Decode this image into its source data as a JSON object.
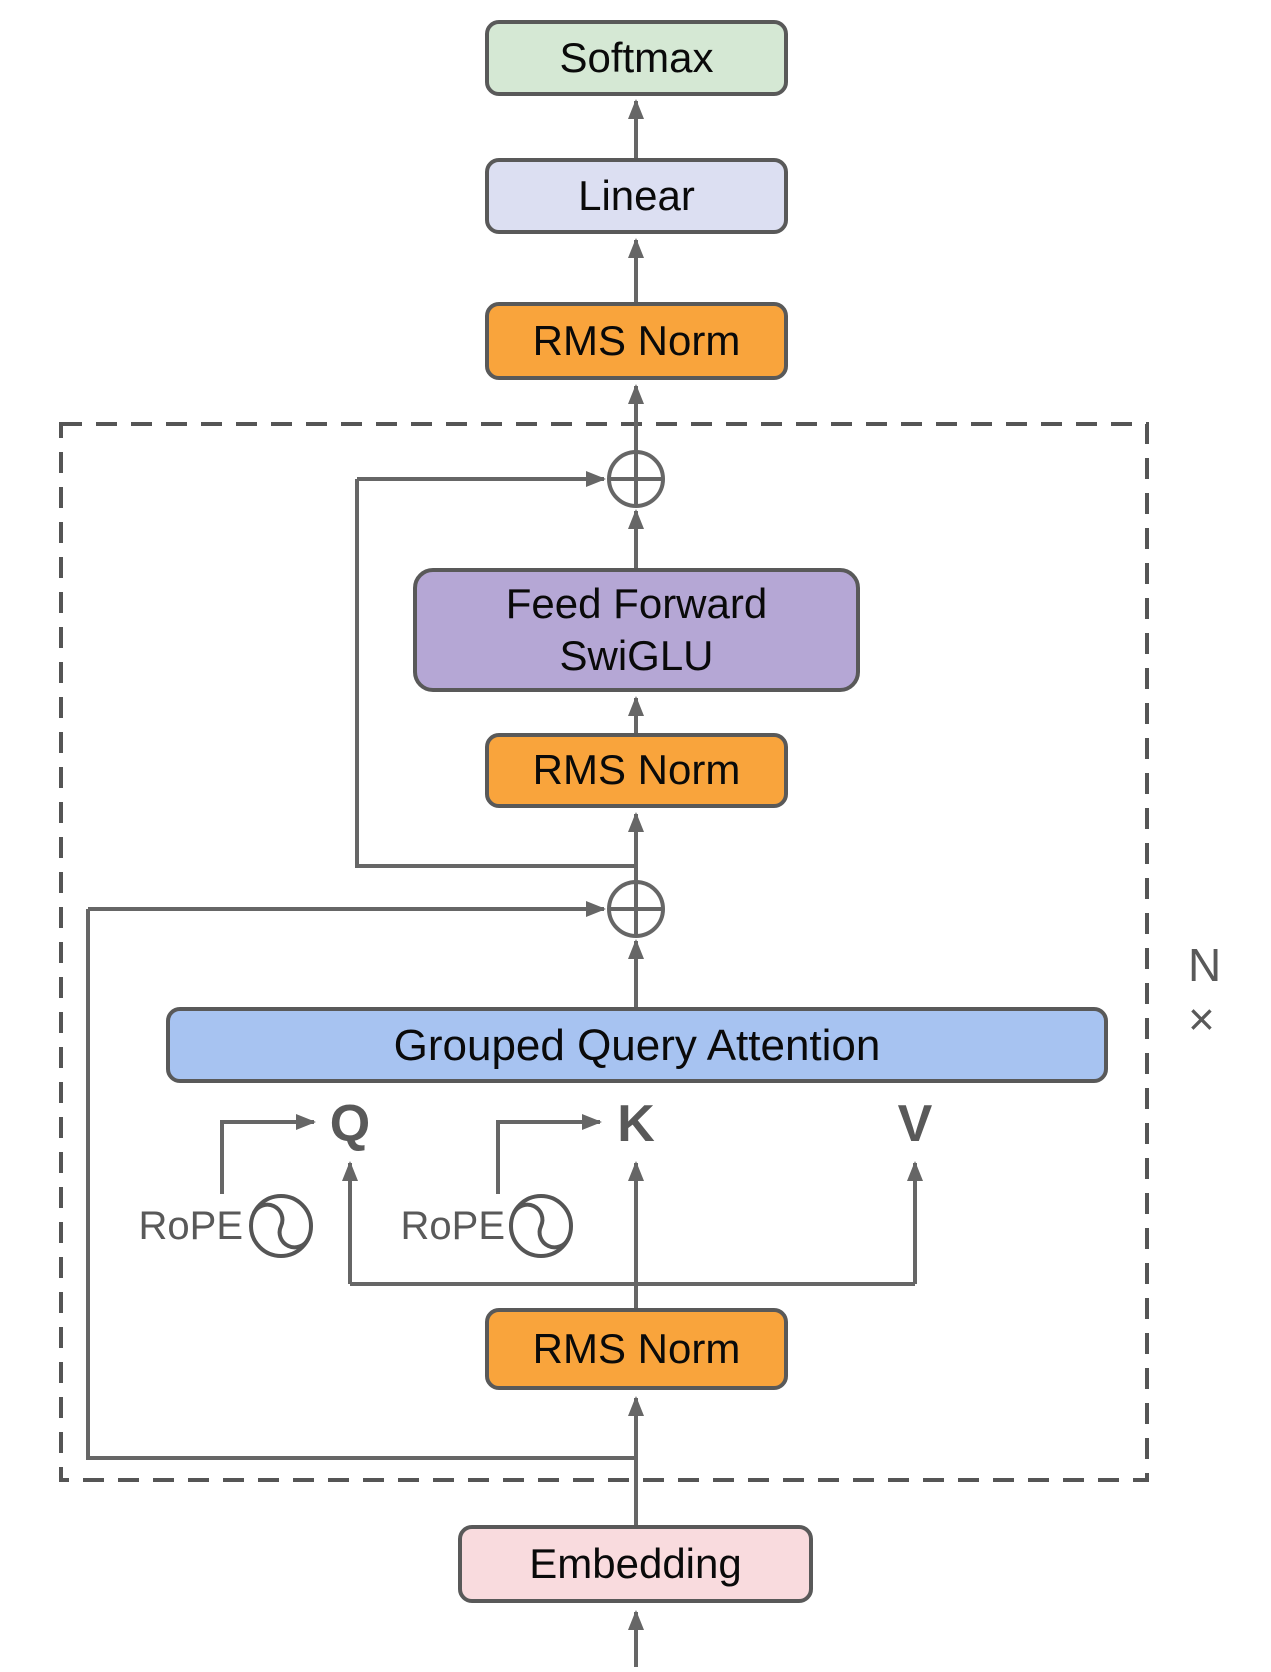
{
  "diagram": {
    "title_implicit": "Transformer decoder block with RoPE and SwiGLU",
    "boxes": {
      "softmax": {
        "label": "Softmax"
      },
      "linear": {
        "label": "Linear"
      },
      "rms_top": {
        "label": "RMS Norm"
      },
      "feed_forward": {
        "line1": "Feed Forward",
        "line2": "SwiGLU"
      },
      "rms_mid": {
        "label": "RMS Norm"
      },
      "gqa": {
        "label": "Grouped Query Attention"
      },
      "rms_bottom": {
        "label": "RMS Norm"
      },
      "embedding": {
        "label": "Embedding"
      }
    },
    "labels": {
      "q": "Q",
      "k": "K",
      "v": "V",
      "rope_q": "RoPE",
      "rope_k": "RoPE",
      "repeat": "N ×"
    },
    "icons": [
      "plus-circle-icon (residual add, feed-forward)",
      "plus-circle-icon (residual add, attention)",
      "sine-wave-circle-icon (RoPE for Q)",
      "sine-wave-circle-icon (RoPE for K)"
    ],
    "colors": {
      "softmax_fill": "#d5e8d4",
      "linear_fill": "#dcdff2",
      "rms_norm_fill": "#f9a43c",
      "feed_forward_fill": "#b5a7d5",
      "attention_fill": "#a7c3f1",
      "embedding_fill": "#f9dbde",
      "box_border": "#595959",
      "connector": "#666666",
      "dashed_border": "#555555",
      "label_gray": "#595959",
      "text": "#0a0a0a"
    }
  }
}
